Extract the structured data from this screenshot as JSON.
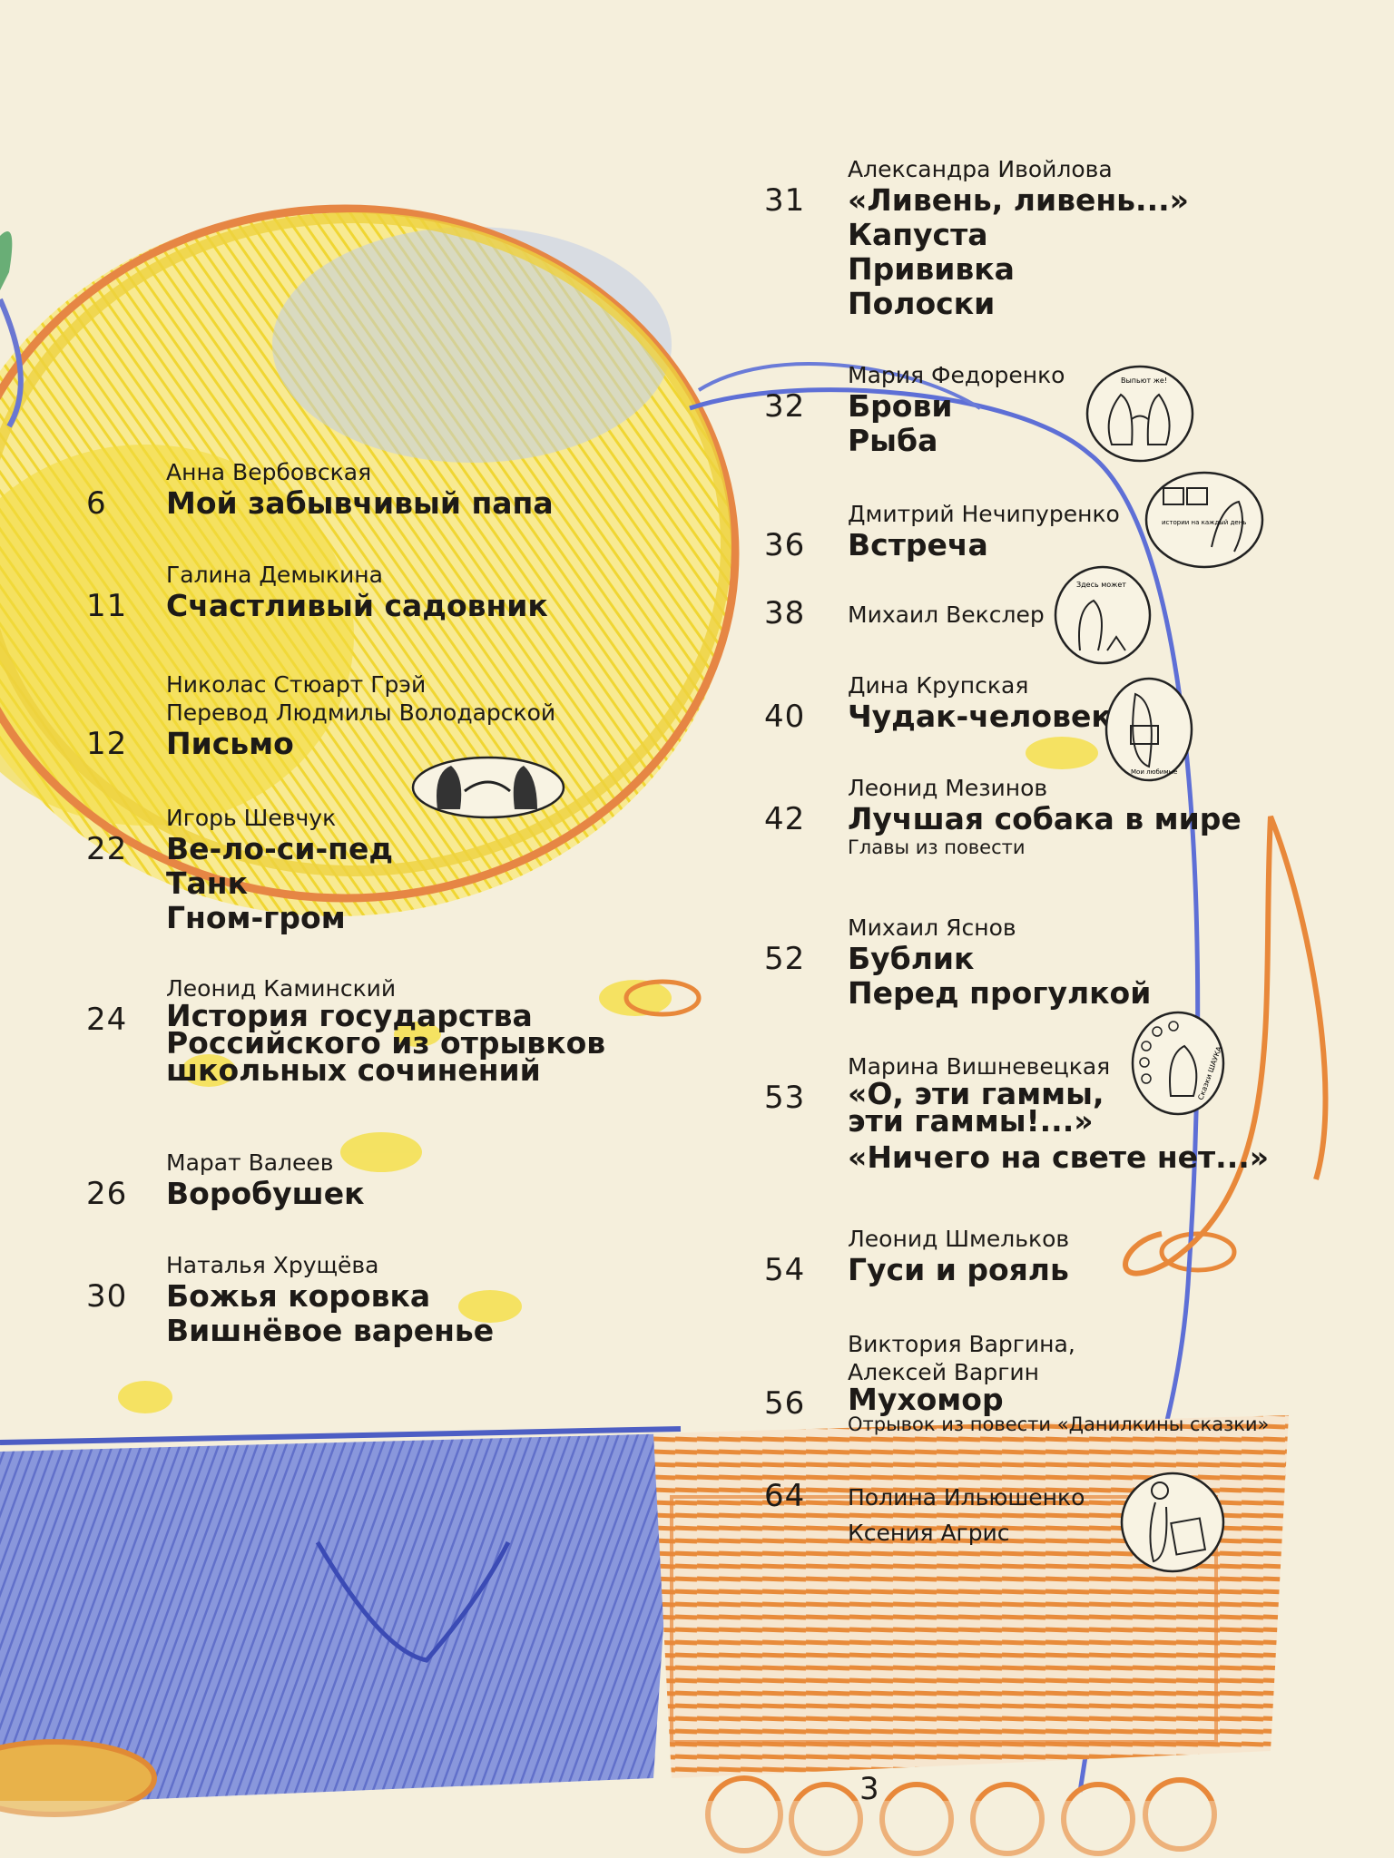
{
  "page_number": "3",
  "left_column": [
    {
      "number": "6",
      "authors": [
        "Анна Вербовская"
      ],
      "titles": [
        "Мой забывчивый папа"
      ]
    },
    {
      "number": "11",
      "authors": [
        "Галина Демыкина"
      ],
      "titles": [
        "Счастливый садовник"
      ]
    },
    {
      "number": "12",
      "authors": [
        "Николас Стюарт Грэй",
        "Перевод Людмилы Володарской"
      ],
      "titles": [
        "Письмо"
      ]
    },
    {
      "number": "22",
      "authors": [
        "Игорь Шевчук"
      ],
      "titles": [
        "Ве-ло-си-пед",
        "Танк",
        "Гном-гром"
      ]
    },
    {
      "number": "24",
      "authors": [
        "Леонид Каминский"
      ],
      "titles": [
        "История государства",
        "Российского из отрывков",
        "школьных сочинений"
      ]
    },
    {
      "number": "26",
      "authors": [
        "Марат Валеев"
      ],
      "titles": [
        "Воробушек"
      ]
    },
    {
      "number": "30",
      "authors": [
        "Наталья Хрущёва"
      ],
      "titles": [
        "Божья коровка",
        "Вишнёвое варенье"
      ]
    }
  ],
  "right_column": [
    {
      "number": "31",
      "authors": [
        "Александра Ивойлова"
      ],
      "titles": [
        "«Ливень, ливень...»",
        "Капуста",
        "Прививка",
        "Полоски"
      ]
    },
    {
      "number": "32",
      "authors": [
        "Мария Федоренко"
      ],
      "titles": [
        "Брови",
        "Рыба"
      ]
    },
    {
      "number": "36",
      "authors": [
        "Дмитрий Нечипуренко"
      ],
      "titles": [
        "Встреча"
      ]
    },
    {
      "number": "38",
      "authors": [
        "Михаил Векслер"
      ],
      "titles": []
    },
    {
      "number": "40",
      "authors": [
        "Дина Крупская"
      ],
      "titles": [
        "Чудак-человек"
      ]
    },
    {
      "number": "42",
      "authors": [
        "Леонид Мезинов"
      ],
      "titles": [
        "Лучшая собака в мире"
      ],
      "note": "Главы из повести"
    },
    {
      "number": "52",
      "authors": [
        "Михаил Яснов"
      ],
      "titles": [
        "Бублик",
        "Перед прогулкой"
      ]
    },
    {
      "number": "53",
      "authors": [
        "Марина Вишневецкая"
      ],
      "titles": [
        "«О, эти гаммы,",
        "эти гаммы!...»",
        "«Ничего на свете нет...»"
      ]
    },
    {
      "number": "54",
      "authors": [
        "Леонид Шмельков"
      ],
      "titles": [
        "Гуси и рояль"
      ]
    },
    {
      "number": "56",
      "authors": [
        "Виктория Варгина,",
        "Алексей Варгин"
      ],
      "titles": [
        "Мухомор"
      ],
      "note": "Отрывок из повести «Данилкины сказки»"
    },
    {
      "number": "64",
      "authors": [
        "Полина Ильюшенко",
        "Ксения Агрис"
      ],
      "titles": []
    }
  ],
  "stamps": [
    {
      "icon": "two-hedgehogs-stamp-icon",
      "text": "Выпьют же!"
    },
    {
      "icon": "stories-stamp-icon",
      "text": "истории на каждый день"
    },
    {
      "icon": "question-stamp-icon",
      "text": "Здесь может"
    },
    {
      "icon": "reading-girl-stamp-icon",
      "text": "Мои любимые"
    },
    {
      "icon": "rooster-stamp-icon",
      "text": "Сказки ШАУКА"
    },
    {
      "icon": "fairy-stamp-icon",
      "text": ""
    },
    {
      "icon": "two-figures-stamp-icon",
      "text": ""
    }
  ],
  "colors": {
    "paper": "#f5efdc",
    "crayon_yellow": "#f3d92a",
    "crayon_blue": "#6c7fd6",
    "crayon_orange": "#e98a3c",
    "crayon_green": "#5aa76b"
  }
}
